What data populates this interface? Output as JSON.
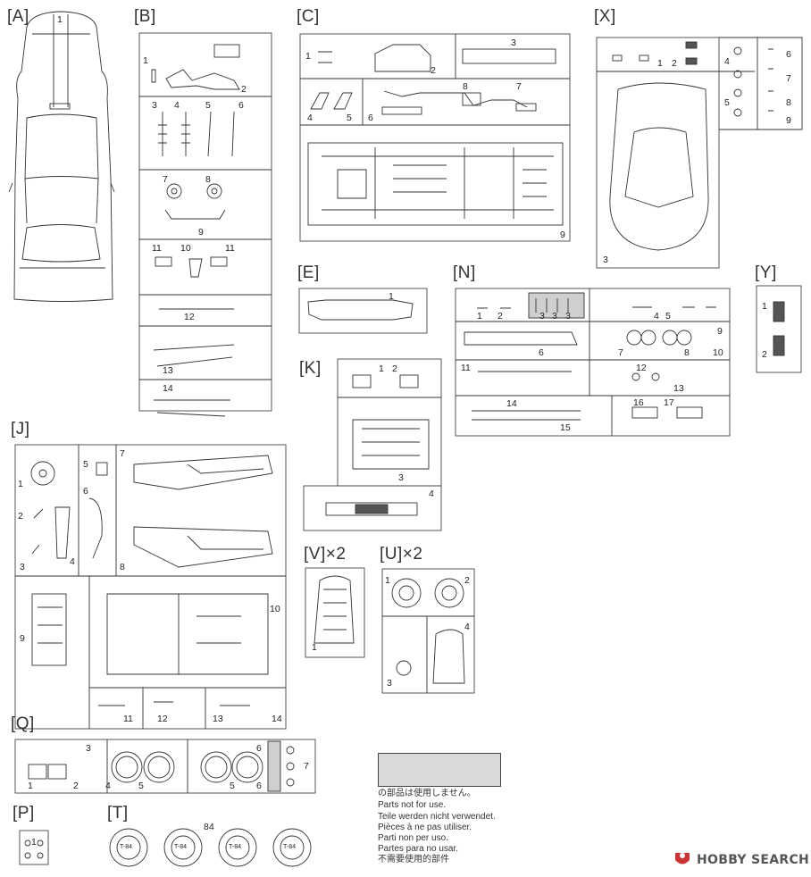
{
  "sprues": {
    "A": "[A]",
    "B": "[B]",
    "C": "[C]",
    "X": "[X]",
    "E": "[E]",
    "N": "[N]",
    "Y": "[Y]",
    "K": "[K]",
    "J": "[J]",
    "V": "[V]×2",
    "U": "[U]×2",
    "Q": "[Q]",
    "P": "[P]",
    "T": "[T]"
  },
  "numbers": {
    "A1": "1",
    "B1": "1",
    "B2": "2",
    "B3": "3",
    "B4": "4",
    "B5": "5",
    "B6": "6",
    "B7": "7",
    "B8": "8",
    "B9": "9",
    "B10": "10",
    "B11a": "11",
    "B11b": "11",
    "B12": "12",
    "B13": "13",
    "B14": "14",
    "C1": "1",
    "C2": "2",
    "C3": "3",
    "C4": "4",
    "C5": "5",
    "C6": "6",
    "C7": "7",
    "C8": "8",
    "C9": "9",
    "X1": "1",
    "X2": "2",
    "X3": "3",
    "X4": "4",
    "X5": "5",
    "X6": "6",
    "X7": "7",
    "X8": "8",
    "X9": "9",
    "E1": "1",
    "N1": "1",
    "N2": "2",
    "N3a": "3",
    "N3b": "3",
    "N3c": "3",
    "N4": "4",
    "N5": "5",
    "N6": "6",
    "N7": "7",
    "N8": "8",
    "N9": "9",
    "N10": "10",
    "N11": "11",
    "N12": "12",
    "N13": "13",
    "N14": "14",
    "N15": "15",
    "N16": "16",
    "N17": "17",
    "Y1": "1",
    "Y2": "2",
    "K1": "1",
    "K2": "2",
    "K3": "3",
    "K4": "4",
    "J1": "1",
    "J2": "2",
    "J3": "3",
    "J4": "4",
    "J5": "5",
    "J6": "6",
    "J7": "7",
    "J8": "8",
    "J9": "9",
    "J10": "10",
    "J11": "11",
    "J12": "12",
    "J13": "13",
    "J14": "14",
    "V1": "1",
    "U1": "1",
    "U2": "2",
    "U3": "3",
    "U4": "4",
    "Q1": "1",
    "Q2": "2",
    "Q3": "3",
    "Q4": "4",
    "Q5a": "5",
    "Q5b": "5",
    "Q6a": "6",
    "Q6b": "6",
    "Q7": "7",
    "P1": "1",
    "T84": "84",
    "tire_marking": "T-84"
  },
  "legend": {
    "lines": [
      "の部品は使用しません。",
      "Parts not for use.",
      "Teile werden nicht verwendet.",
      "Pièces à ne pas utiliser.",
      "Parti non per uso.",
      "Partes para no usar.",
      "不需要使用的部件"
    ],
    "swatch_color": "#d9d9d9"
  },
  "watermark": {
    "text": "HOBBY SEARCH"
  },
  "colors": {
    "line": "#333333",
    "frame": "#444444",
    "unused_gray": "#cfcfcf"
  }
}
